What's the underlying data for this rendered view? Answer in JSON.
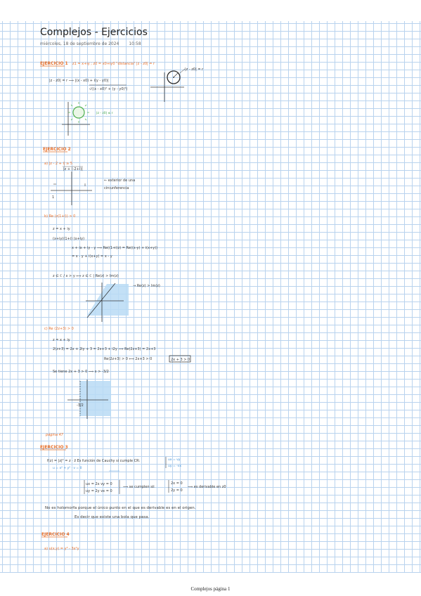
{
  "page": {
    "title": "Complejos - Ejercicios",
    "date": "miércoles, 18 de septiembre de 2024",
    "time": "10:58",
    "footer": "Complejos página 1"
  },
  "notes": {
    "ej1_heading": "EJERCICIO 1",
    "ej1_statement": "z1 = x+iy ; z0 = x0+iy0 \"distancia\" |z - z0| = r",
    "ej1_eq1": "|z - z0| = r  ⟹  |(x - x0) + i(y - y0)|",
    "ej1_eq2": "√((x - x0)² + (y - y0)²)",
    "ej1_circle_label": "|z - z0| = r",
    "ej1_sun_label": "|z - z0| ≤ r",
    "ej2_heading": "EJERCICIO 2",
    "a_item": "a)  |z - 2 + i| ≥ 5",
    "a_sub": "|z + (-2+i)|",
    "a_note1": "← exterior de una",
    "a_note2": "circunferencia",
    "b_item": "b)  Re (z(1+i)) > 0",
    "b_l1": "z = x + iy",
    "b_l2": "(x+iy)(1+i)   (x+iy)",
    "b_l3": "x + ix + iy - y  ⟹  Re((1+i)z) = Re((x-y) + i(x+y))",
    "b_l4": "= x - y + i(x+y)          = x - y",
    "b_l5": "z ∈ ℂ / x > y    ⟺    z ∈ ℂ | Re(z) > Im(z)",
    "b_graph_label": "→ Re(z) > Im(z)",
    "c_item": "c)  Re (2z+3) > 0",
    "c_l1": "z = x + iy",
    "c_l2": "2(z+3) =  2x + 2iy + 3   =  2x+3 + i2y    ⟹  Re(2z+3) = 2x+3",
    "c_l3": "Re(2z+3) > 0  ⟺  2x+3 > 0",
    "c_box": "2x + 3 > 0",
    "c_l4": "Se tiene  2x + 3 > 0   ⟹   x > -3/2",
    "pagina": "página 47",
    "ej3_heading": "EJERCICIO 3",
    "ej3_l1": "f(z) = |z|² = z · z̄     Es función de Cauchy si cumple CR:",
    "ej3_l1b": "u = x² + y²  ·  v = 0",
    "ej3_cr1": "ux = vy",
    "ej3_cr2": "uy = -vx",
    "ej3_l2a": "ux = 2x     vy = 0",
    "ej3_l2b": "uy = 2y     vx = 0",
    "ej3_l2c": "⟹  se cumplen sii",
    "ej3_cr3": "2x = 0",
    "ej3_cr4": "2y = 0",
    "ej3_l2d": "⟹  es derivable en z0",
    "ej3_l3": "No es holomorfa porque el único punto en el que es derivable es en el origen.",
    "ej3_l4": "Es decir que existe una bola que pasa.",
    "ej4_heading": "EJERCICIO 4",
    "ej4_item": "a)  u(x,y) = y³ - 3x²y"
  },
  "colors": {
    "ink": "#3a3a3a",
    "accent": "#e8702a",
    "green": "#5cb85c",
    "shade": "#b9dbf5",
    "grid": "#b9d3ee"
  }
}
